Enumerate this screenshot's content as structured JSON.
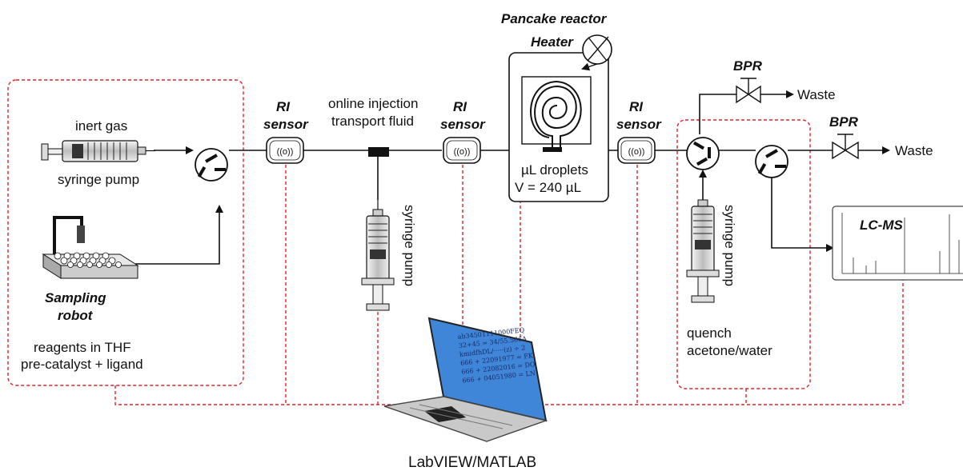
{
  "labels": {
    "inert_gas": "inert gas",
    "syringe_pump_1": "syringe pump",
    "sampling_robot_line1": "Sampling",
    "sampling_robot_line2": "robot",
    "reagents_line1": "reagents in THF",
    "reagents_line2": "pre-catalyst + ligand",
    "ri_sensor_1_line1": "RI",
    "ri_sensor_1_line2": "sensor",
    "online_injection_line1": "online injection",
    "online_injection_line2": "transport fluid",
    "syringe_pump_2": "syringe pump",
    "ri_sensor_2_line1": "RI",
    "ri_sensor_2_line2": "sensor",
    "pancake_reactor": "Pancake reactor",
    "heater": "Heater",
    "droplets_line1": "µL droplets",
    "droplets_line2": "V = 240 µL",
    "ri_sensor_3_line1": "RI",
    "ri_sensor_3_line2": "sensor",
    "bpr_1": "BPR",
    "waste_1": "Waste",
    "bpr_2": "BPR",
    "waste_2": "Waste",
    "syringe_pump_3": "syringe pump",
    "quench_line1": "quench",
    "quench_line2": "acetone/water",
    "lcms": "LC-MS",
    "software": "LabVIEW/MATLAB"
  },
  "laptop_screen_text": [
    "ab34501111000FEQ",
    "32+45 = 34/55.566A",
    "kmidfhDL/·····(z) ÷ 2",
    "666 + 22091977 = FK",
    "666 + 22082016 = DO",
    "666 + 04051980 = LN"
  ],
  "colors": {
    "control_line": "#e0212b",
    "flow_line": "#111111",
    "laptop_screen": "#3f86d8",
    "laptop_body": "#c9c9c9"
  },
  "icons": [
    "syringe-icon",
    "six-port-valve-icon",
    "ri-sensor-icon",
    "tee-junction-icon",
    "spiral-reactor-icon",
    "heater-icon",
    "bpr-valve-icon",
    "sampling-robot-icon",
    "laptop-icon",
    "chromatogram-icon"
  ]
}
